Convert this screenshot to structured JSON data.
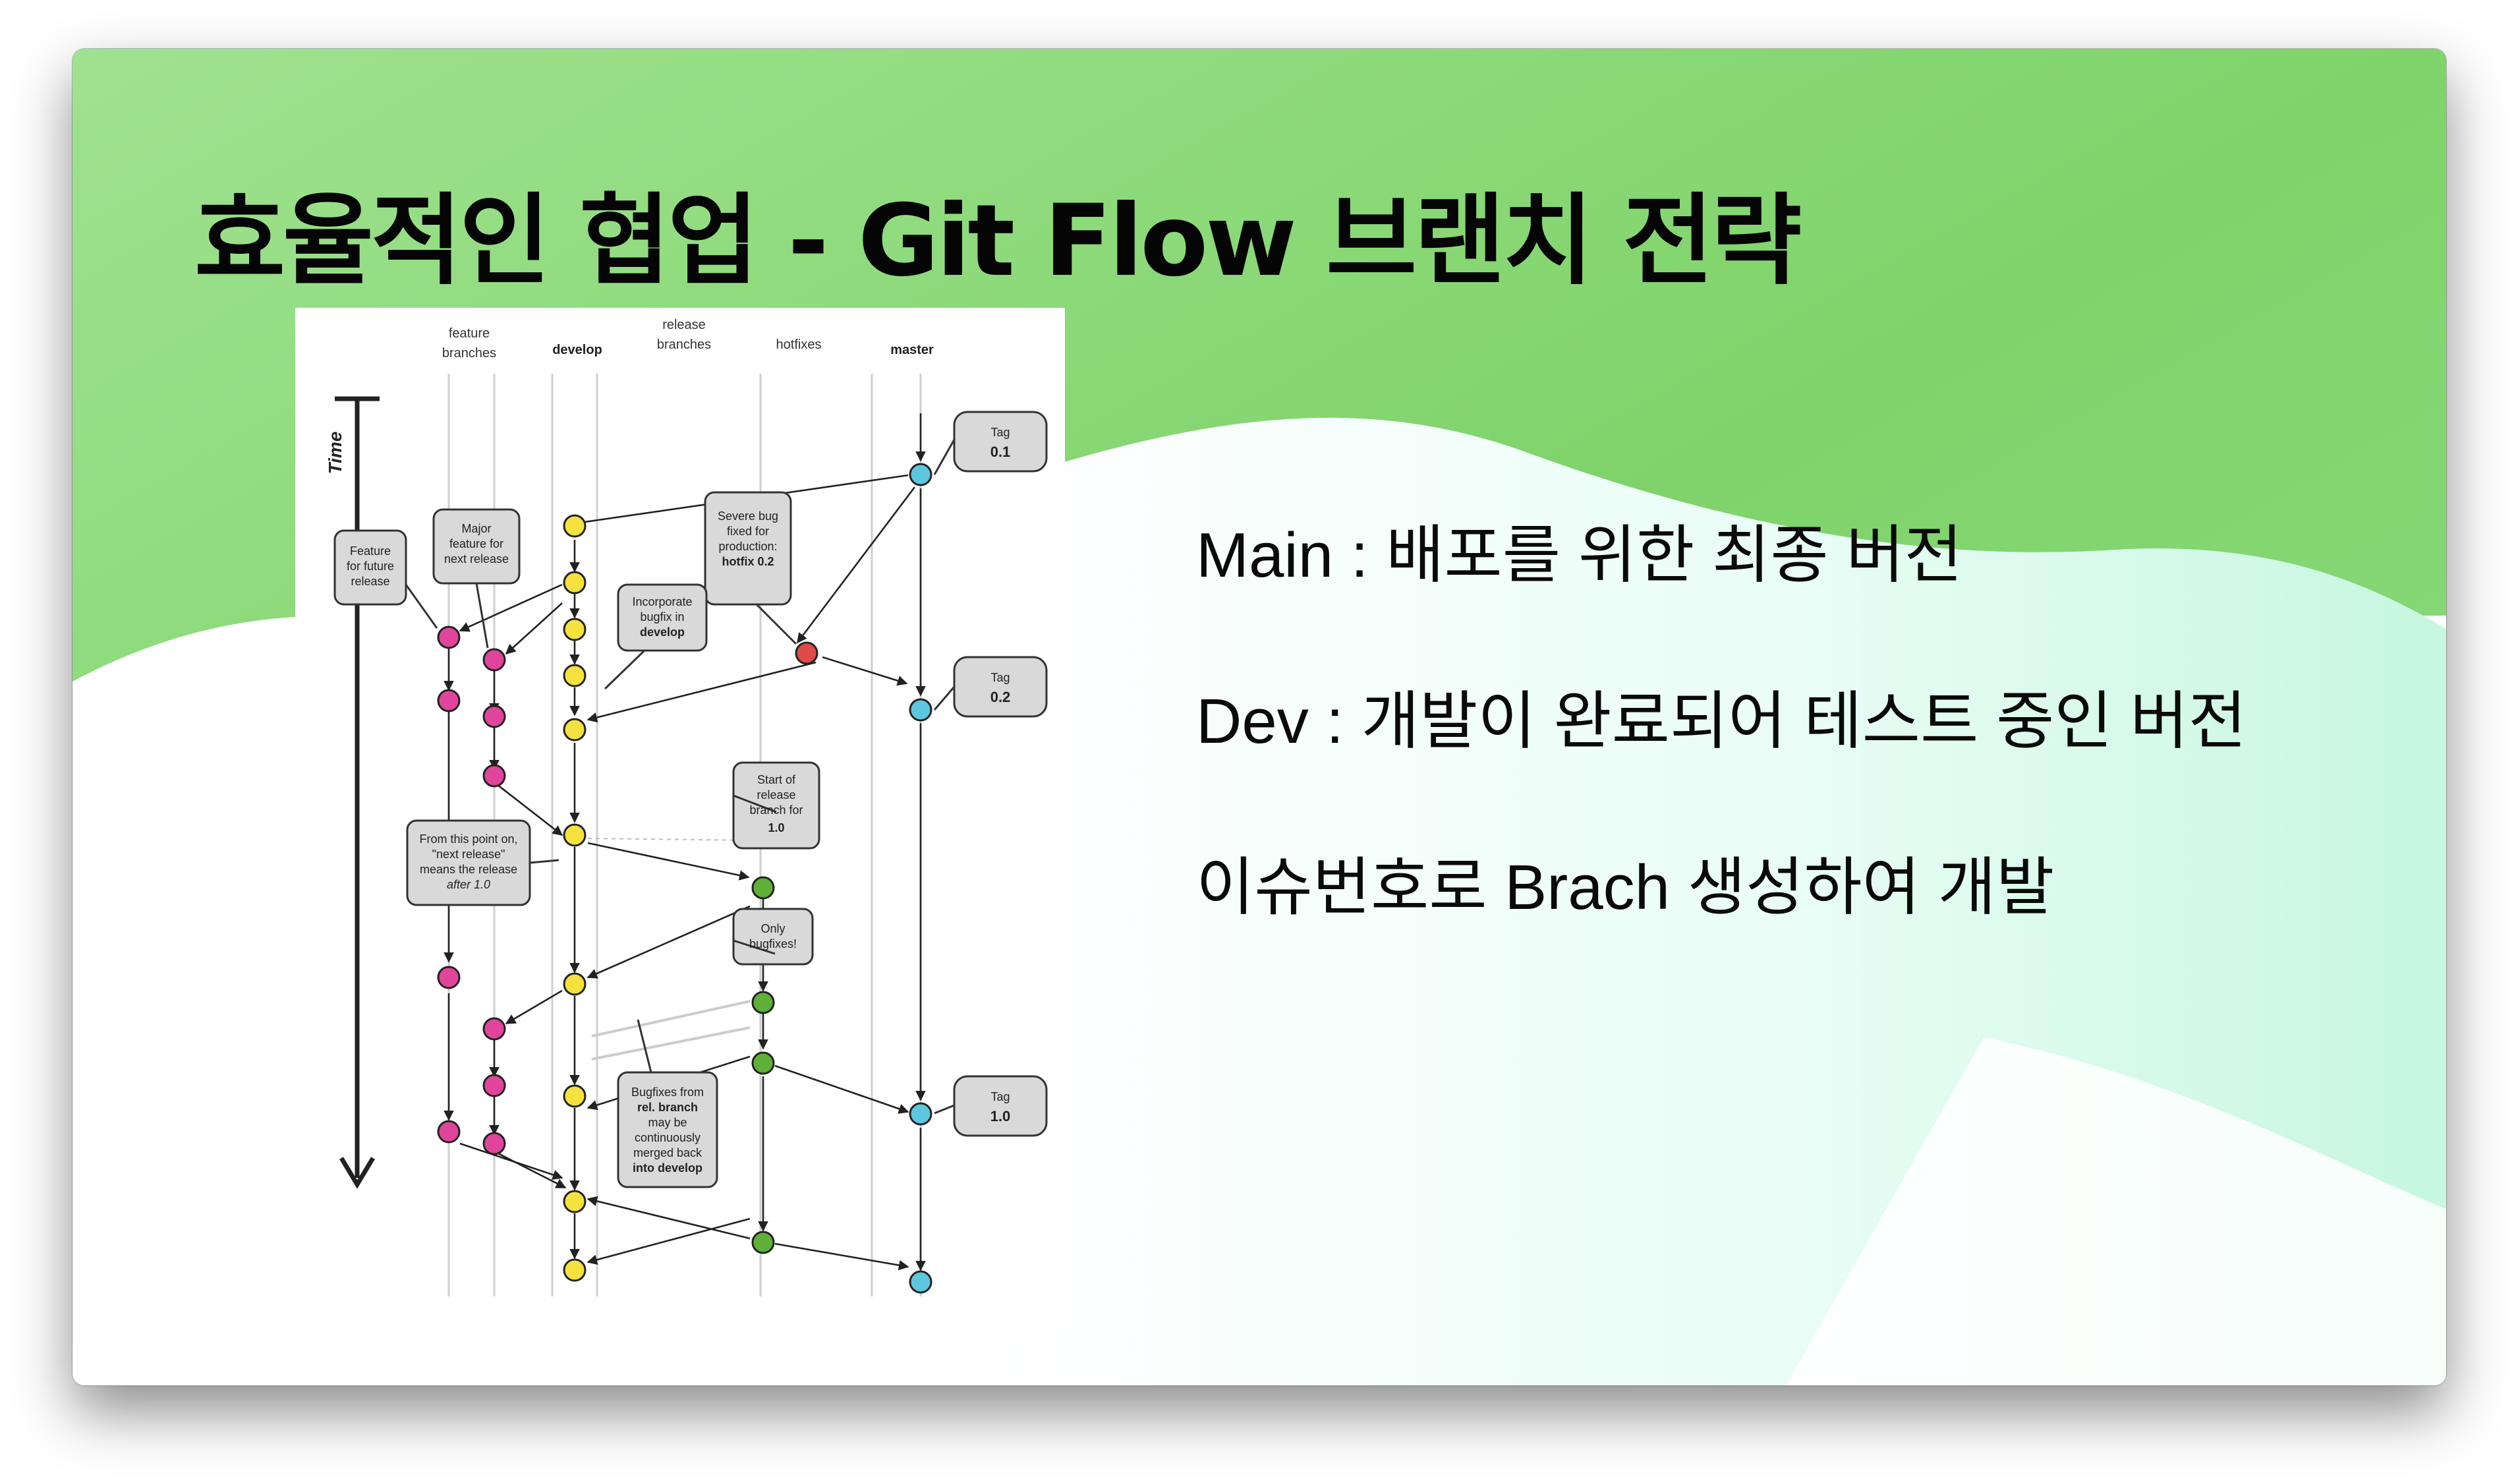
{
  "slide": {
    "title": "효율적인 협업 - Git Flow 브랜치 전략",
    "bullets": [
      "Main : 배포를 위한 최종 버전",
      "Dev : 개발이 완료되어 테스트 중인 버전",
      "이슈번호로 Brach 생성하여 개발"
    ]
  },
  "diagram": {
    "columns": {
      "feature": [
        "feature",
        "branches"
      ],
      "develop": "develop",
      "release": [
        "release",
        "branches"
      ],
      "hotfixes": "hotfixes",
      "master": "master"
    },
    "time_label": "Time",
    "tags": {
      "t01": [
        "Tag",
        "0.1"
      ],
      "t02": [
        "Tag",
        "0.2"
      ],
      "t10": [
        "Tag",
        "1.0"
      ]
    },
    "notes": {
      "feature_future": [
        "Feature",
        "for future",
        "release"
      ],
      "major_feature": [
        "Major",
        "feature for",
        "next release"
      ],
      "severe_bug": [
        "Severe bug",
        "fixed for",
        "production:",
        "hotfix 0.2"
      ],
      "incorporate": [
        "Incorporate",
        "bugfix in",
        "develop"
      ],
      "start_release": [
        "Start of",
        "release",
        "branch for",
        "1.0"
      ],
      "from_this_point": [
        "From this point on,",
        "\"next release\"",
        "means the release",
        "after 1.0"
      ],
      "only_bugfixes": [
        "Only",
        "bugfixes!"
      ],
      "bugfixes_from": [
        "Bugfixes from",
        "rel. branch",
        "may be",
        "continuously",
        "merged back",
        "into develop"
      ]
    },
    "colors": {
      "feature": "#e0459b",
      "develop": "#f5e23e",
      "release": "#5eb036",
      "hotfix": "#e04a4a",
      "master": "#5ec7e0"
    }
  }
}
